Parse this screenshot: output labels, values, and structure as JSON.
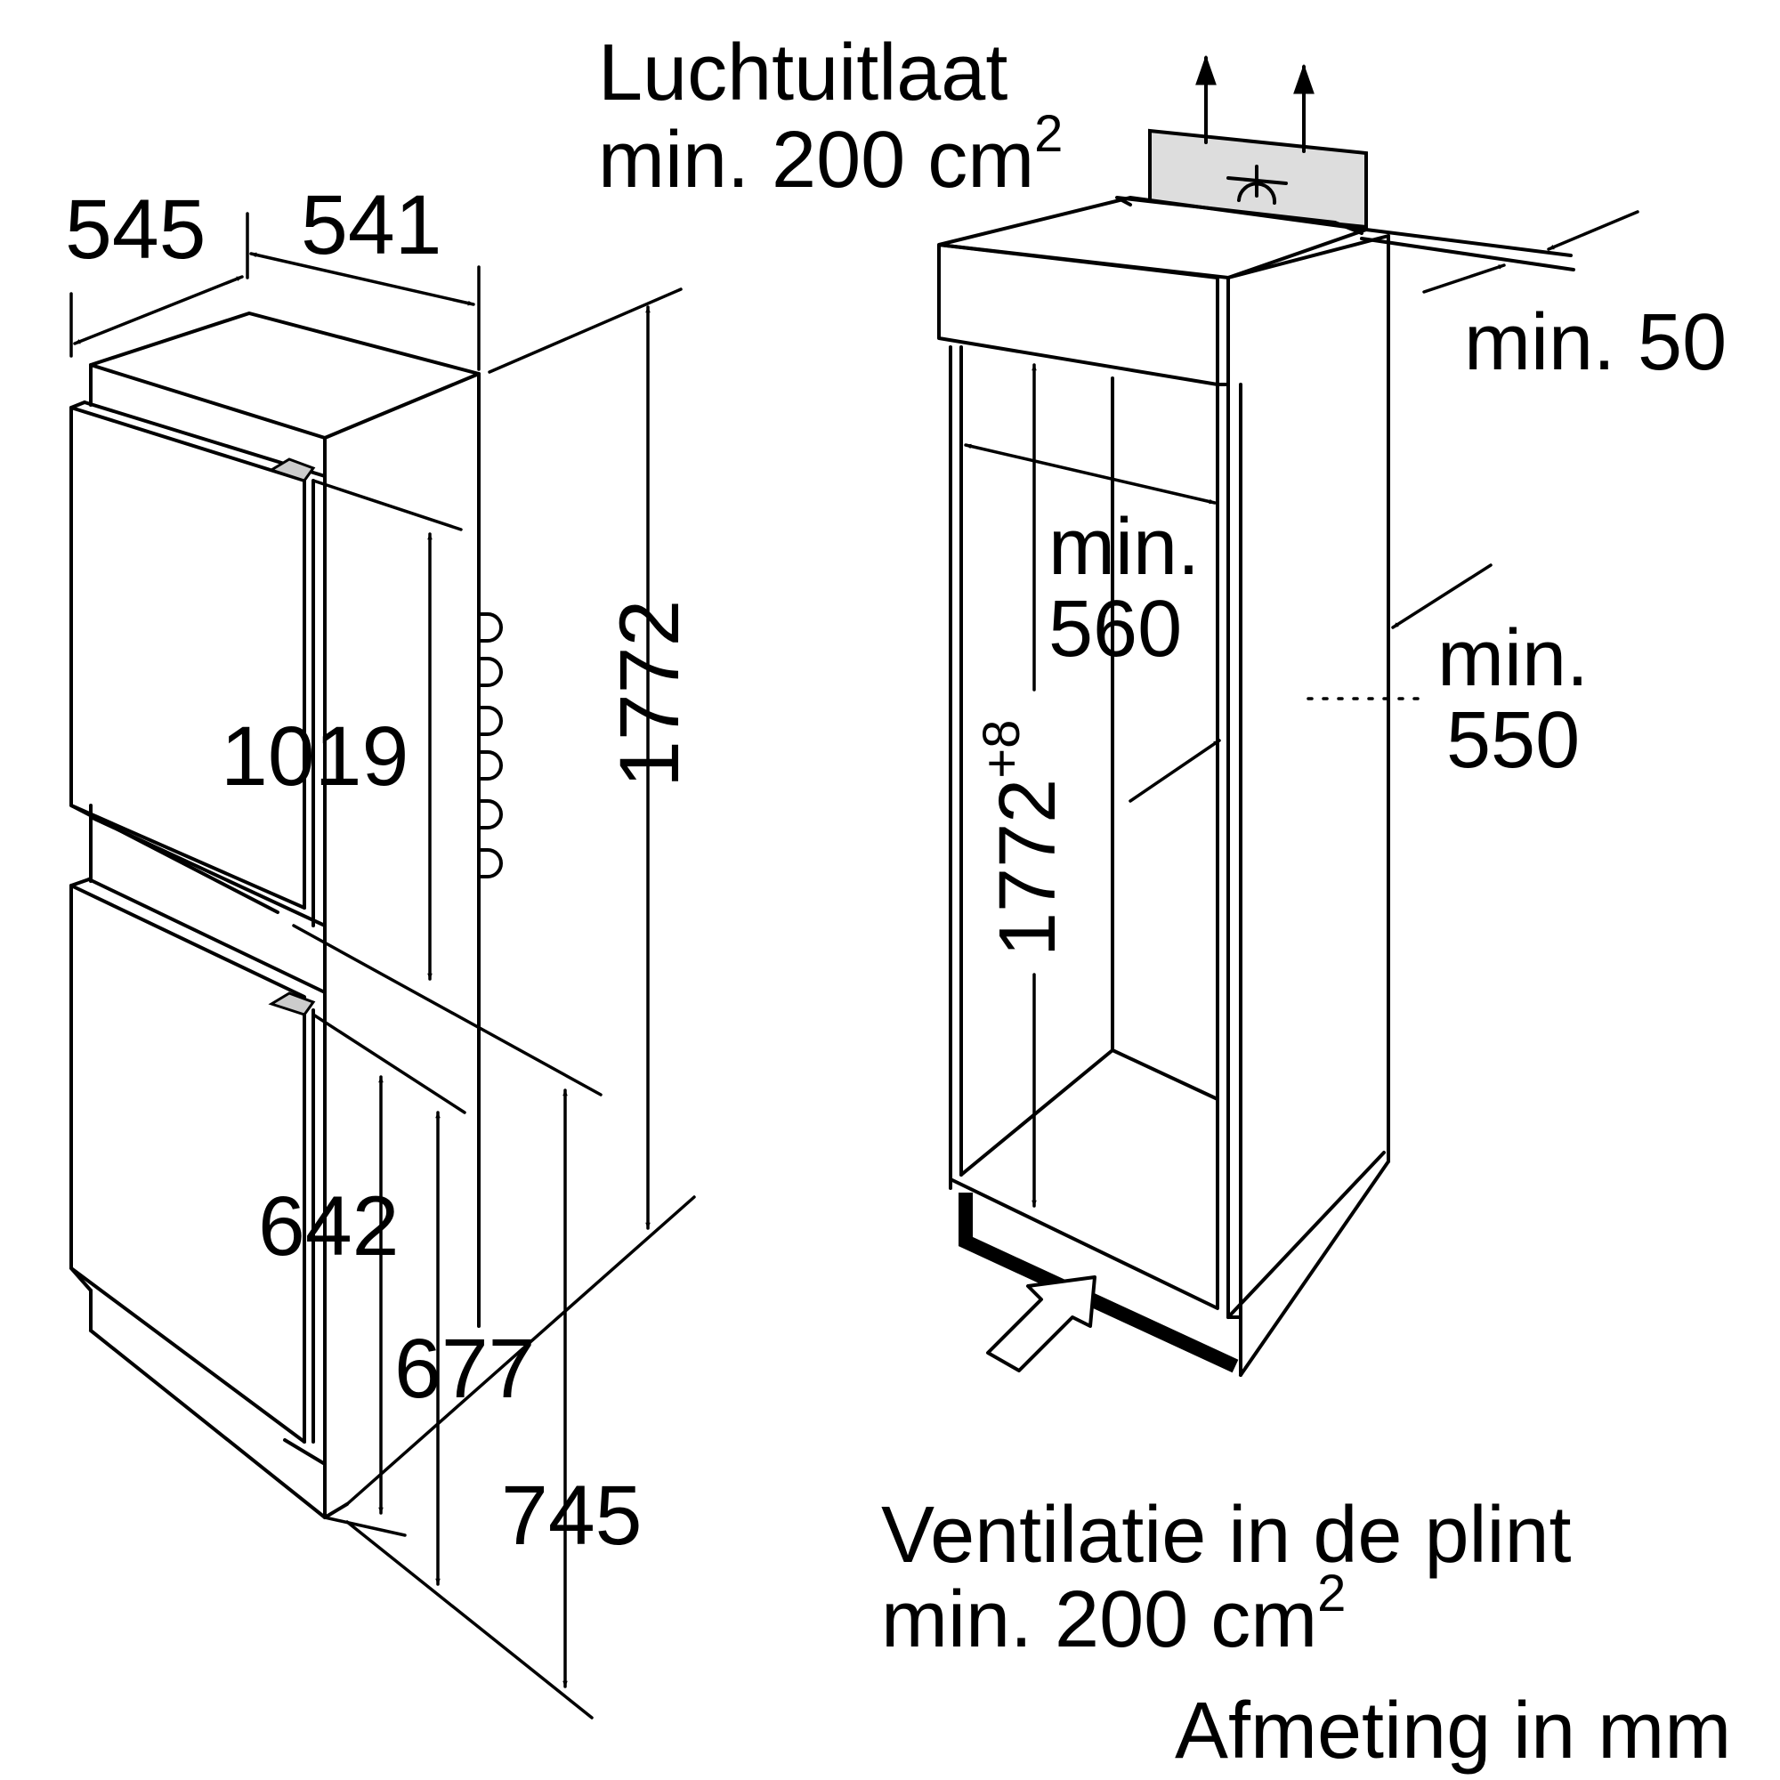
{
  "left_unit": {
    "dimensions": {
      "depth_545": "545",
      "width_541": "541",
      "height_1772": "1772",
      "upper_door_1019": "1019",
      "lower_door_642": "642",
      "lower_677": "677",
      "lower_745": "745"
    }
  },
  "right_niche": {
    "air_outlet": {
      "line1": "Luchtuitlaat",
      "line2": "min. 200 cm",
      "sup": "2"
    },
    "gap_label": "min. 50",
    "width_label": {
      "line1": "min.",
      "line2": "560"
    },
    "depth_label": {
      "line1": "min.",
      "line2": "550"
    },
    "height_label": {
      "value": "1772",
      "tolerance": "+8"
    },
    "plinth_ventilation": {
      "line1": "Ventilatie in de plint",
      "line2": "min. 200 cm",
      "sup": "2"
    },
    "unit_note": "Afmeting in mm"
  },
  "colors": {
    "line": "#000000",
    "vent_fill": "#dddddd",
    "handle_fill": "#cccccc",
    "background": "#ffffff"
  }
}
